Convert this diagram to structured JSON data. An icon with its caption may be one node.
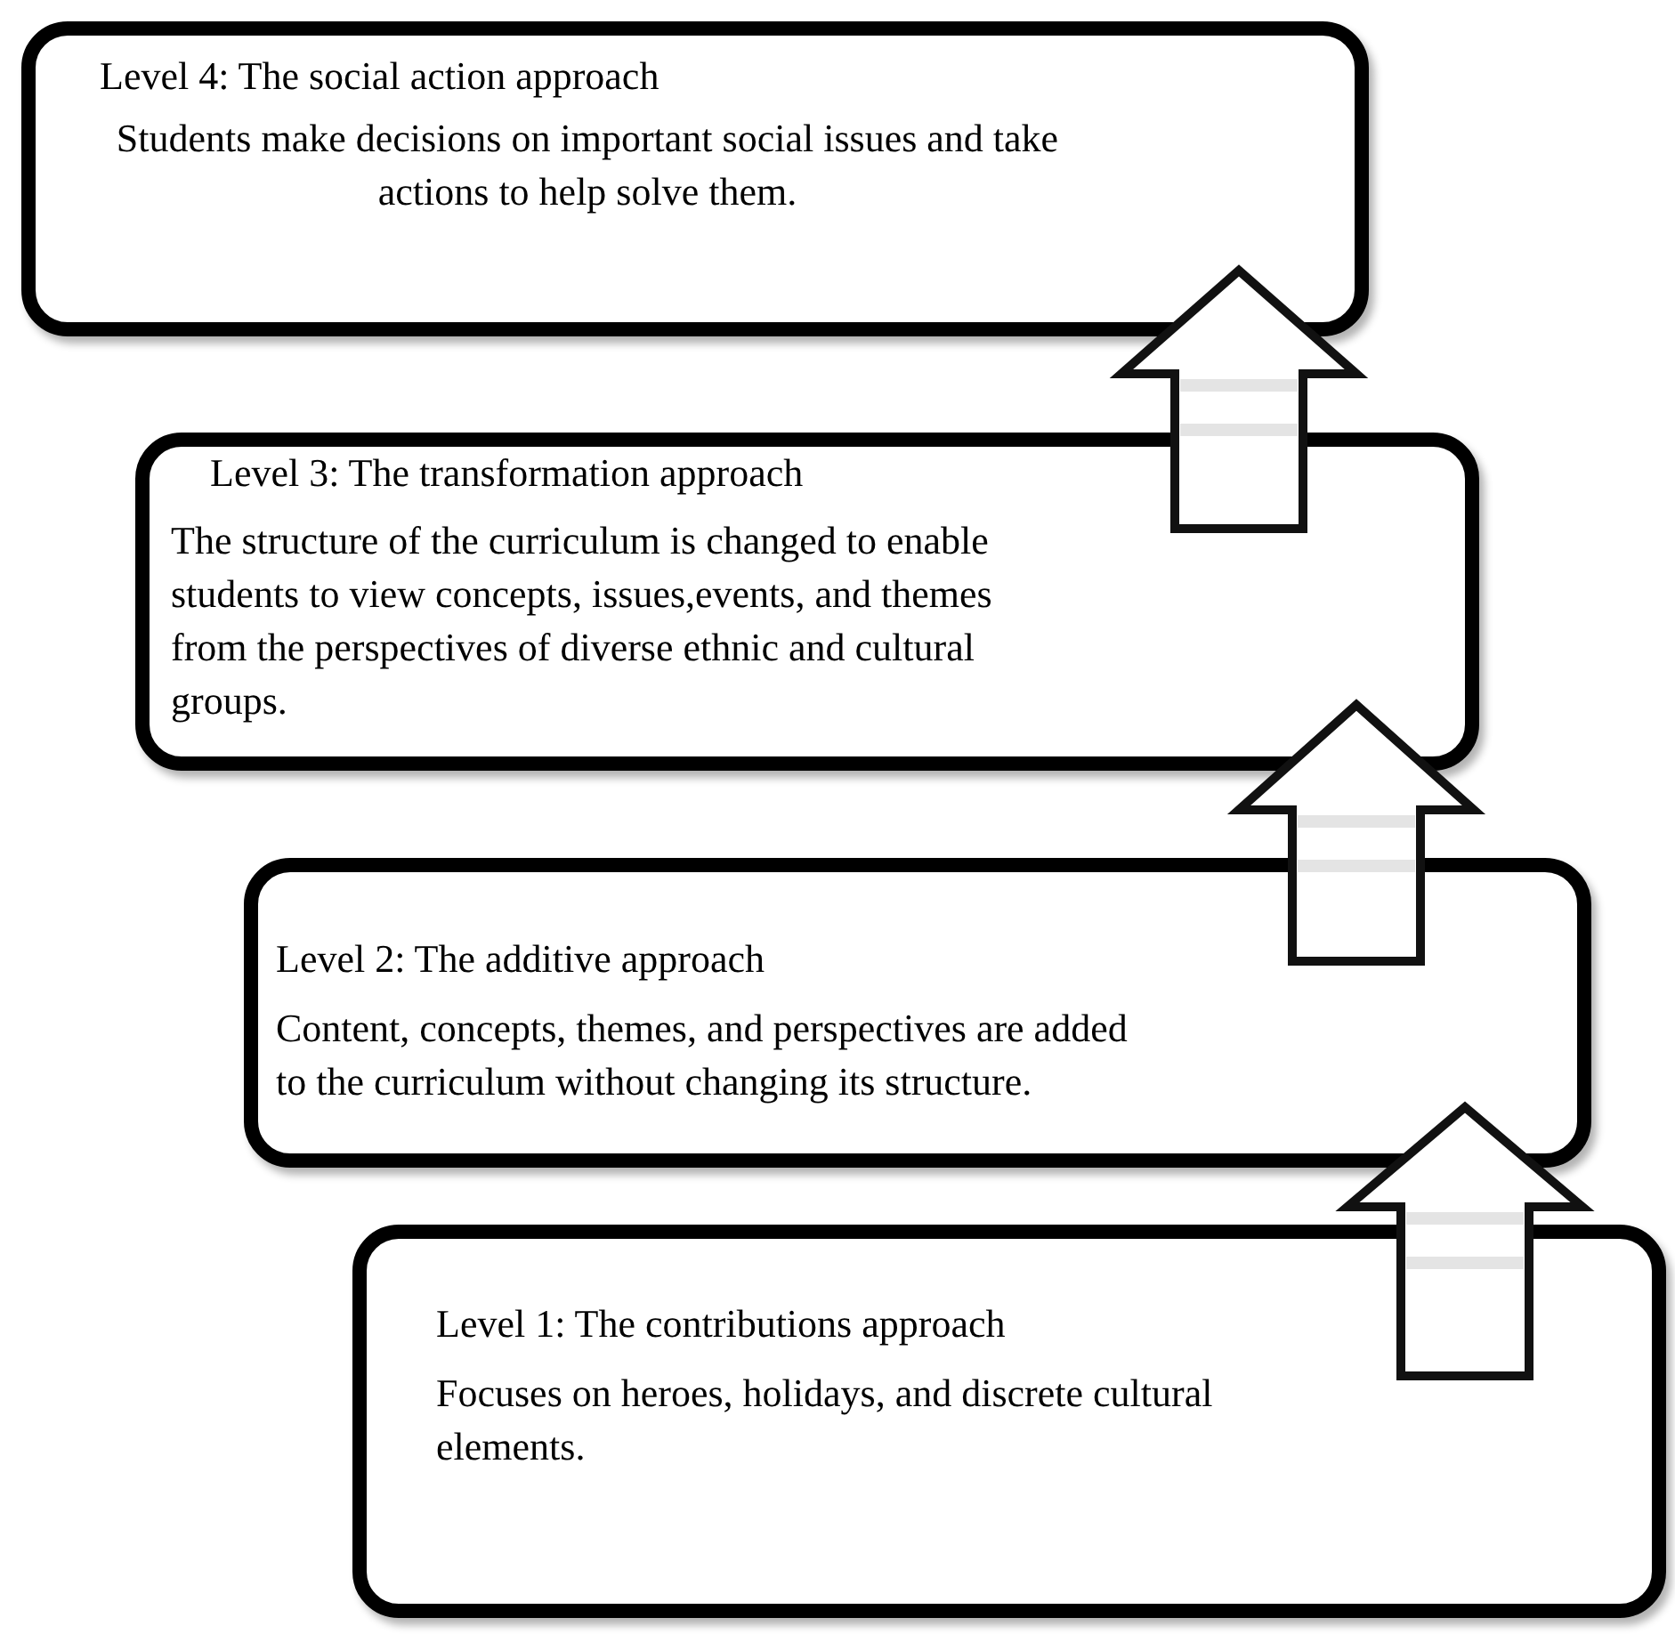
{
  "diagram": {
    "nodes": [
      {
        "text": [
          "Level 4: The social action approach",
          "Students make decisions on important social issues and take actions to help solve them."
        ]
      },
      {
        "text": [
          "Level 3: The transformation approach",
          "The structure of the curriculum is changed to enable students to view concepts, issues,events, and themes from the perspectives of diverse ethnic and cultural groups."
        ]
      },
      {
        "text": [
          "Level 2: The additive approach",
          "Content, concepts, themes, and perspectives are added to the curriculum without changing its structure."
        ]
      },
      {
        "text": [
          "Level 1: The contributions approach",
          "Focuses on heroes, holidays, and discrete cultural elements."
        ]
      }
    ],
    "edges": [
      {
        "from": 3,
        "to": 2,
        "arrow": "to"
      },
      {
        "from": 2,
        "to": 1,
        "arrow": "to"
      },
      {
        "from": 1,
        "to": 0,
        "arrow": "to"
      }
    ]
  }
}
